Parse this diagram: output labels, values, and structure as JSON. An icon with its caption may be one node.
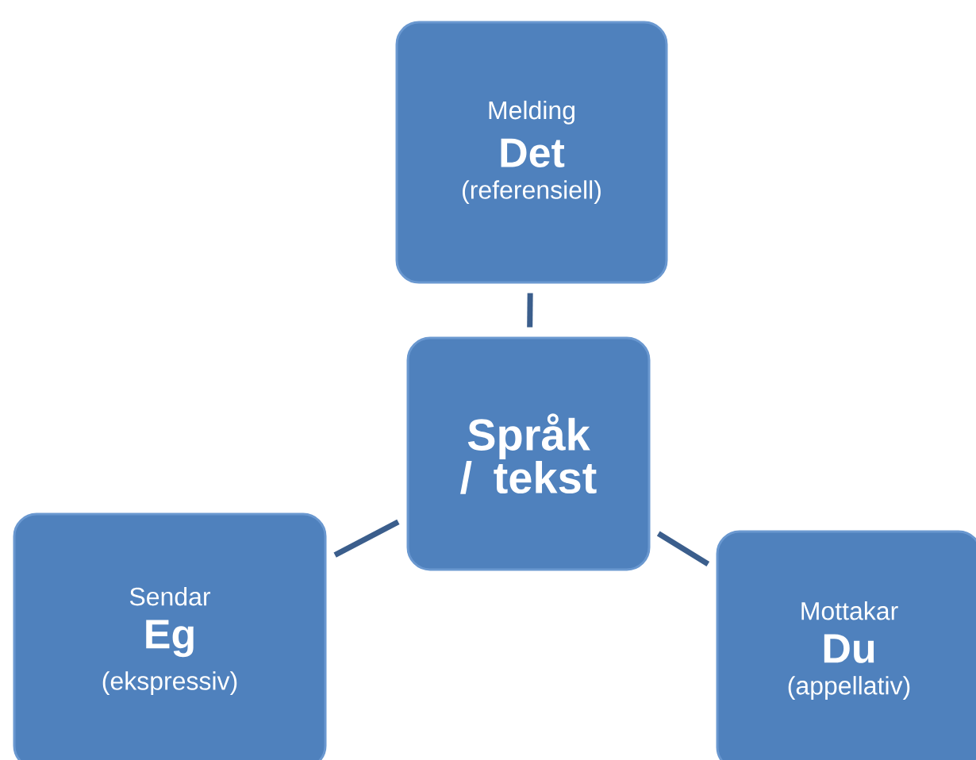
{
  "diagram": {
    "nodes": [
      {
        "text": [
          "Melding",
          "Det",
          "(referensiell)"
        ]
      },
      {
        "text": [
          "Språk / tekst"
        ]
      },
      {
        "text": [
          "Sendar",
          "Eg",
          "(ekspressiv)"
        ]
      },
      {
        "text": [
          "Mottakar",
          "Du",
          "(appellativ)"
        ]
      }
    ],
    "edges": [
      {
        "from": 1,
        "to": 0,
        "arrow": "none"
      },
      {
        "from": 1,
        "to": 2,
        "arrow": "none"
      },
      {
        "from": 1,
        "to": 3,
        "arrow": "none"
      }
    ]
  }
}
